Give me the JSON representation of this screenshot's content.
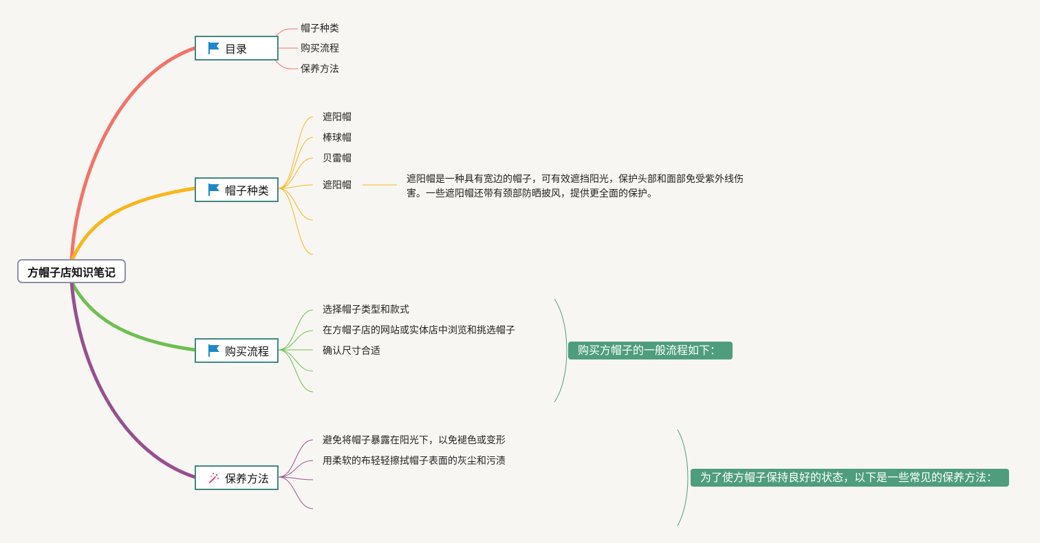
{
  "root": {
    "label": "方帽子店知识笔记"
  },
  "branches": [
    {
      "label": "目录",
      "icon": "blue-flag-icon",
      "color": "#f27366",
      "items": [
        "帽子种类",
        "购买流程",
        "保养方法"
      ]
    },
    {
      "label": "帽子种类",
      "icon": "blue-flag-icon",
      "color": "#f8b51c",
      "items": [
        "遮阳帽",
        "棒球帽",
        "贝雷帽",
        "遮阳帽"
      ],
      "note": "遮阳帽是一种具有宽边的帽子，可有效遮挡阳光，保护头部和面部免受紫外线伤害。一些遮阳帽还带有颈部防晒披风，提供更全面的保护。"
    },
    {
      "label": "购买流程",
      "icon": "blue-flag-icon",
      "color": "#6dbf52",
      "items": [
        "选择帽子类型和款式",
        "在方帽子店的网站或实体店中浏览和挑选帽子",
        "确认尺寸合适"
      ],
      "summary": "购买方帽子的一般流程如下："
    },
    {
      "label": "保养方法",
      "icon": "sparkle-wand-icon",
      "color": "#974f8f",
      "items": [
        "避免将帽子暴露在阳光下，以免褪色或变形",
        "用柔软的布轻轻擦拭帽子表面的灰尘和污渍"
      ],
      "summary": "为了使方帽子保持良好的状态，以下是一些常见的保养方法："
    }
  ]
}
